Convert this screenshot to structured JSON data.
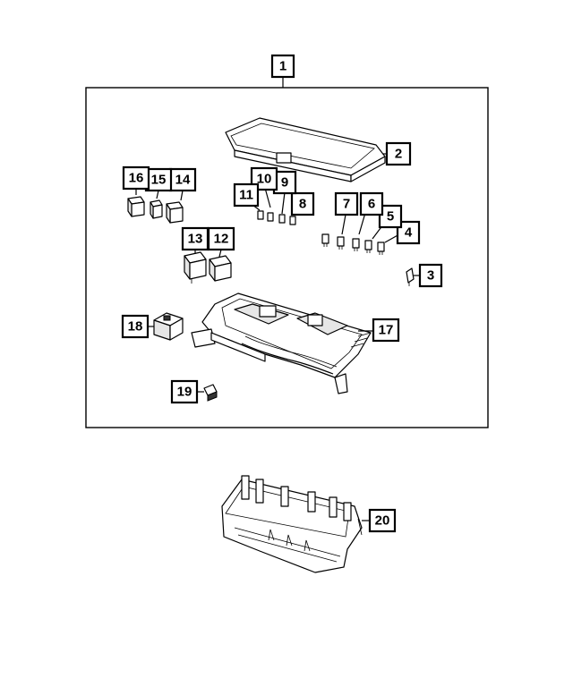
{
  "colors": {
    "line": "#000000",
    "background": "#ffffff",
    "shade": "#e6e6e6"
  },
  "callouts": [
    {
      "id": "c1",
      "label": "1"
    },
    {
      "id": "c2",
      "label": "2"
    },
    {
      "id": "c3",
      "label": "3"
    },
    {
      "id": "c4",
      "label": "4"
    },
    {
      "id": "c5",
      "label": "5"
    },
    {
      "id": "c6",
      "label": "6"
    },
    {
      "id": "c7",
      "label": "7"
    },
    {
      "id": "c8",
      "label": "8"
    },
    {
      "id": "c9",
      "label": "9"
    },
    {
      "id": "c10",
      "label": "10"
    },
    {
      "id": "c11",
      "label": "11"
    },
    {
      "id": "c12",
      "label": "12"
    },
    {
      "id": "c13",
      "label": "13"
    },
    {
      "id": "c14",
      "label": "14"
    },
    {
      "id": "c15",
      "label": "15"
    },
    {
      "id": "c16",
      "label": "16"
    },
    {
      "id": "c17",
      "label": "17"
    },
    {
      "id": "c18",
      "label": "18"
    },
    {
      "id": "c19",
      "label": "19"
    },
    {
      "id": "c20",
      "label": "20"
    }
  ]
}
